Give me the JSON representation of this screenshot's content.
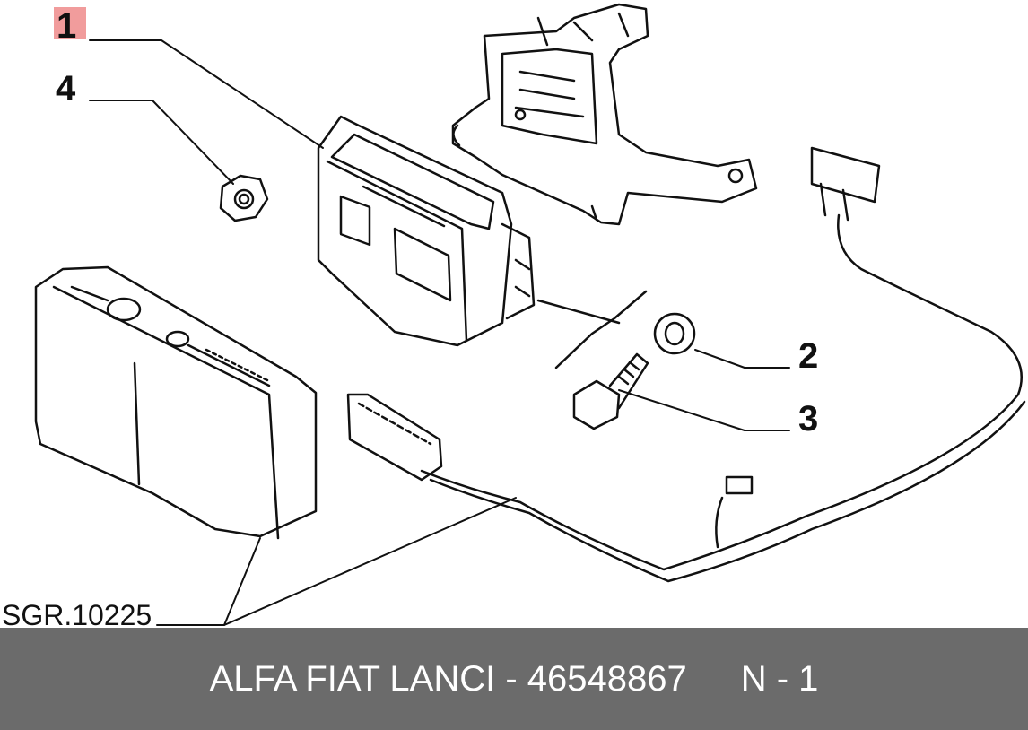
{
  "diagram": {
    "callouts": {
      "part_1": "1",
      "part_2": "2",
      "part_3": "3",
      "part_4": "4"
    },
    "drawing_code": "SGR.10225",
    "highlight_color": "#f19c9c",
    "line_color": "#111111"
  },
  "footer": {
    "brand_part": "ALFA FIAT LANCI - 46548867",
    "quantity": "N - 1",
    "background_color": "#6b6b6b"
  }
}
